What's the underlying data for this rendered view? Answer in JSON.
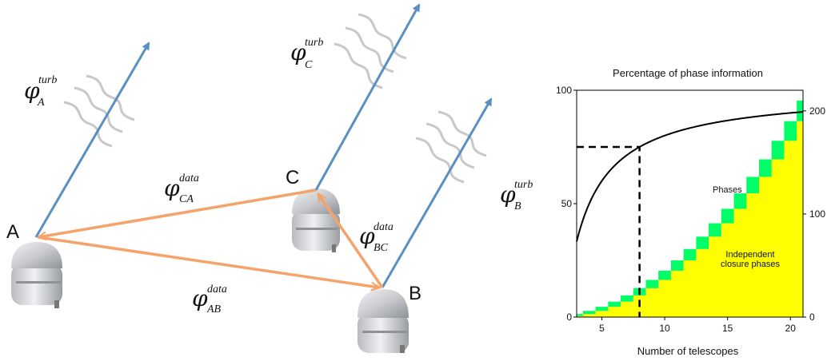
{
  "colors": {
    "turbulence_beam": "#5b8fc4",
    "baseline": "#f4a46a",
    "wave": "#c8c8c8",
    "chart_fill": "#ffff00",
    "chart_steps": "#00ff66",
    "curve": "#000000"
  },
  "diagram": {
    "stations": [
      {
        "id": "A",
        "label": "A"
      },
      {
        "id": "B",
        "label": "B"
      },
      {
        "id": "C",
        "label": "C"
      }
    ],
    "turbulence_labels": {
      "A": {
        "symbol": "φ",
        "sup": "turb",
        "sub": "A"
      },
      "B": {
        "symbol": "φ",
        "sup": "turb",
        "sub": "B"
      },
      "C": {
        "symbol": "φ",
        "sup": "turb",
        "sub": "C"
      }
    },
    "baseline_labels": {
      "CA": {
        "symbol": "φ",
        "sup": "data",
        "sub": "CA"
      },
      "BC": {
        "symbol": "φ",
        "sup": "data",
        "sub": "BC"
      },
      "AB": {
        "symbol": "φ",
        "sup": "data",
        "sub": "AB"
      }
    }
  },
  "chart_data": {
    "type": "line",
    "title": "Percentage of phase information",
    "xlabel": "Number of telescopes",
    "ylabel_left": "",
    "ylabel_right": "",
    "xlim": [
      3,
      21
    ],
    "ylim_left": [
      0,
      100
    ],
    "ylim_right": [
      0,
      220
    ],
    "x_ticks": [
      "5",
      "10",
      "15",
      "20"
    ],
    "x_tick_values": [
      5,
      10,
      15,
      20
    ],
    "y_ticks_left": [
      "0",
      "50",
      "100"
    ],
    "y_tick_values_left": [
      0,
      50,
      100
    ],
    "y_ticks_right": [
      "0",
      "100",
      "200"
    ],
    "y_tick_values_right": [
      0,
      100,
      200
    ],
    "annotations": {
      "phases": "Phases",
      "closure": "Independent\nclosure phases",
      "closure_line1": "Independent",
      "closure_line2": "closure phases"
    },
    "marker": {
      "x": 8,
      "y": 75
    },
    "series": [
      {
        "name": "Percentage of phase information",
        "x": [
          3,
          4,
          5,
          6,
          7,
          8,
          9,
          10,
          11,
          12,
          13,
          14,
          15,
          16,
          17,
          18,
          19,
          20,
          21
        ],
        "y": [
          33.3,
          50,
          60,
          66.7,
          71.4,
          75,
          77.8,
          80,
          81.8,
          83.3,
          84.6,
          85.7,
          86.7,
          87.5,
          88.2,
          88.9,
          89.5,
          90,
          90.5
        ]
      },
      {
        "name": "Phases",
        "x": [
          3,
          4,
          5,
          6,
          7,
          8,
          9,
          10,
          11,
          12,
          13,
          14,
          15,
          16,
          17,
          18,
          19,
          20,
          21
        ],
        "y": [
          3,
          6,
          10,
          15,
          21,
          28,
          36,
          45,
          55,
          66,
          78,
          91,
          105,
          120,
          136,
          153,
          171,
          190,
          210
        ]
      },
      {
        "name": "Independent closure phases",
        "x": [
          3,
          4,
          5,
          6,
          7,
          8,
          9,
          10,
          11,
          12,
          13,
          14,
          15,
          16,
          17,
          18,
          19,
          20,
          21
        ],
        "y": [
          1,
          3,
          6,
          10,
          15,
          21,
          28,
          36,
          45,
          55,
          66,
          78,
          91,
          105,
          120,
          136,
          153,
          171,
          190
        ]
      }
    ]
  }
}
